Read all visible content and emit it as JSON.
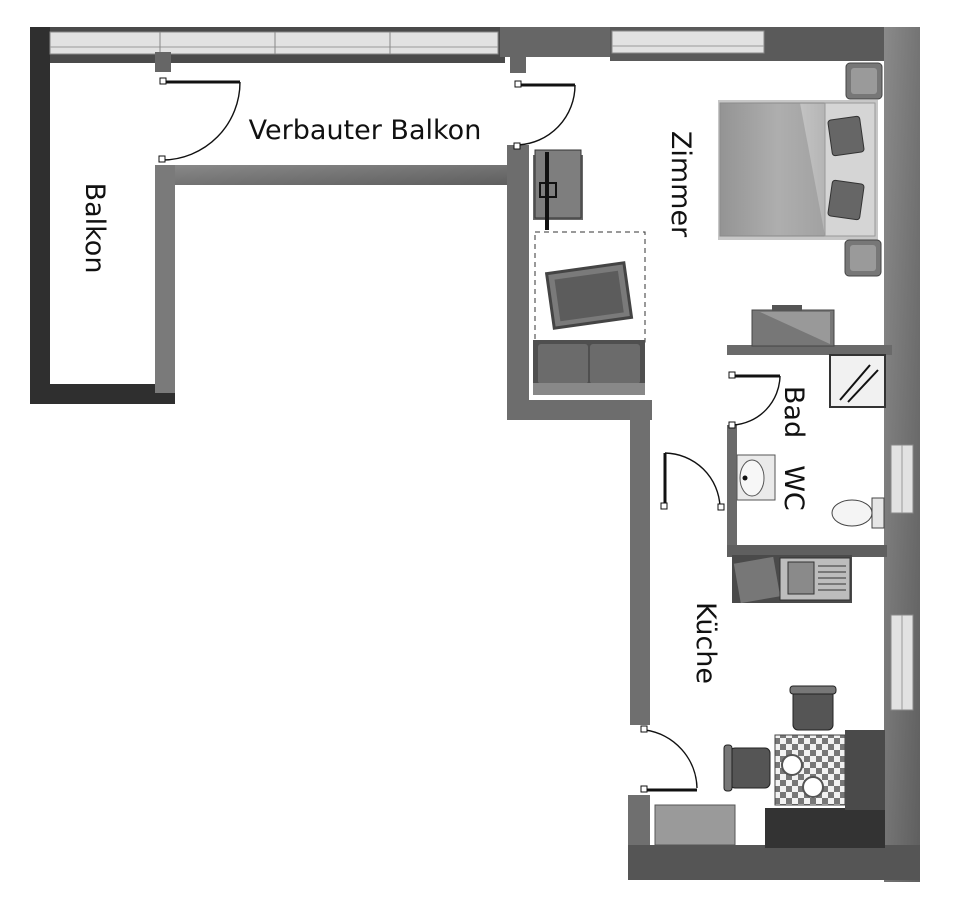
{
  "rooms": {
    "verbauter_balkon": "Verbauter Balkon",
    "balkon": "Balkon",
    "zimmer": "Zimmer",
    "bad": "Bad",
    "wc": "WC",
    "kueche": "Küche"
  },
  "colors": {
    "wall_dark": "#3a3a3a",
    "wall_mid": "#6e6e6e",
    "wall_light": "#8a8a8a",
    "window_fill": "#dedede",
    "furniture_dark": "#555555",
    "furniture_light": "#bdbdbd",
    "background": "#ffffff"
  }
}
